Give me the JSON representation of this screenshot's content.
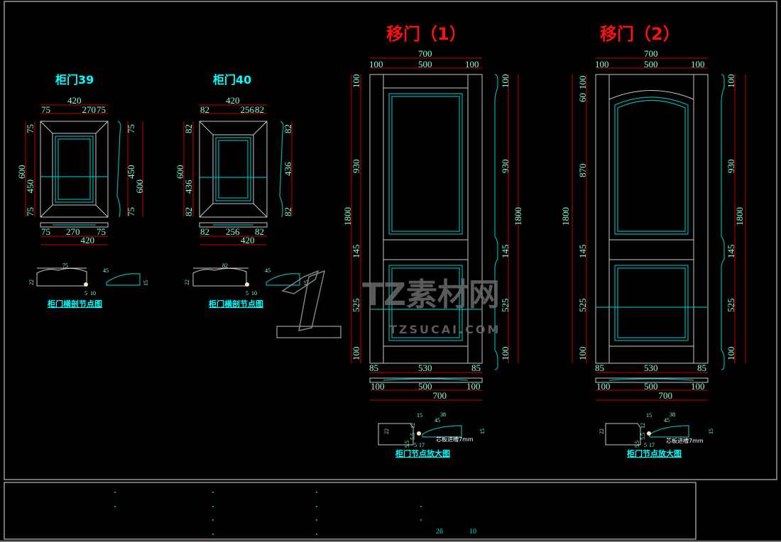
{
  "colors": {
    "background": "#000000",
    "dimension_line": "#d00000",
    "dimension_text": "#7fffe0",
    "panel_line": "#00b0b0",
    "outline": "#c8c8c8",
    "title_red": "#ff1010",
    "title_cyan": "#00ffff"
  },
  "cabinet39": {
    "title": "柜门39",
    "top_total": "420",
    "top_left": "75",
    "top_mid": "270",
    "top_right": "75",
    "left_total": "600",
    "left_top": "75",
    "left_mid": "450",
    "left_bottom": "75",
    "right_top": "75",
    "right_mid": "450",
    "right_total": "600",
    "right_bottom": "75",
    "bottom_left": "75",
    "bottom_mid": "270",
    "bottom_right": "75",
    "bottom_total": "420",
    "section": {
      "caption": "柜门横剖节点图",
      "width": "75",
      "reach": "45",
      "height": "22",
      "panel": "15",
      "gap_a": "5",
      "gap_b": "10"
    }
  },
  "cabinet40": {
    "title": "柜门40",
    "top_total": "420",
    "top_left": "82",
    "top_mid": "256",
    "top_right": "82",
    "left_total": "600",
    "left_top": "82",
    "left_mid": "436",
    "left_bottom": "82",
    "right_top": "82",
    "right_mid": "436",
    "right_bottom": "82",
    "bottom_left": "82",
    "bottom_mid": "256",
    "bottom_right": "82",
    "bottom_total": "420",
    "section": {
      "caption": "柜门横剖节点图",
      "width": "82",
      "reach": "45",
      "height": "22",
      "panel": "15",
      "gap_a": "5",
      "gap_b": "10"
    }
  },
  "door1": {
    "title": "移门（1）",
    "top_total": "700",
    "top_left": "100",
    "top_mid": "500",
    "top_right": "100",
    "left_total": "1800",
    "left_top": "100",
    "left_upper": "930",
    "left_rail": "145",
    "left_lower": "525",
    "left_bottom": "100",
    "right_top": "100",
    "right_upper": "930",
    "right_rail": "145",
    "right_lower": "525",
    "right_bottom": "100",
    "right_total": "1800",
    "bottom_left": "85",
    "bottom_mid": "530",
    "bottom_right": "85",
    "plan_left": "100",
    "plan_mid": "500",
    "plan_right": "100",
    "plan_total": "700",
    "detail": {
      "caption": "柜门节点放大图",
      "d15": "15",
      "d38": "38",
      "d45": "45",
      "d22": "22",
      "d15b": "15",
      "d12": "12",
      "d5a": "5.5",
      "d5b": "5.5",
      "d5": "5",
      "d7": "17",
      "note": "芯板进槽7mm"
    }
  },
  "door2": {
    "title": "移门（2）",
    "top_total": "700",
    "top_left": "100",
    "top_mid": "500",
    "top_right": "100",
    "left_total": "1800",
    "left_top": "100",
    "left_arch": "60",
    "left_upper": "870",
    "left_rail": "145",
    "left_lower": "525",
    "left_bottom": "100",
    "right_top": "100",
    "right_upper": "930",
    "right_rail": "145",
    "right_lower": "525",
    "right_bottom": "100",
    "right_total": "1800",
    "bottom_left": "85",
    "bottom_mid": "530",
    "bottom_right": "85",
    "plan_left": "100",
    "plan_mid": "500",
    "plan_right": "100",
    "plan_total": "700",
    "detail": {
      "caption": "柜门节点放大图",
      "d15": "15",
      "d38": "38",
      "d45": "45",
      "d22": "22",
      "d15b": "15",
      "d12": "12",
      "d5a": "5.5",
      "d5b": "5.5",
      "d5": "5",
      "d7": "17",
      "note": "芯板进槽7mm"
    }
  },
  "title_block": {
    "value_a": "26",
    "value_b": "10"
  },
  "watermark": {
    "brand": "TZ素材网",
    "url": "TZSUCAI.COM"
  }
}
